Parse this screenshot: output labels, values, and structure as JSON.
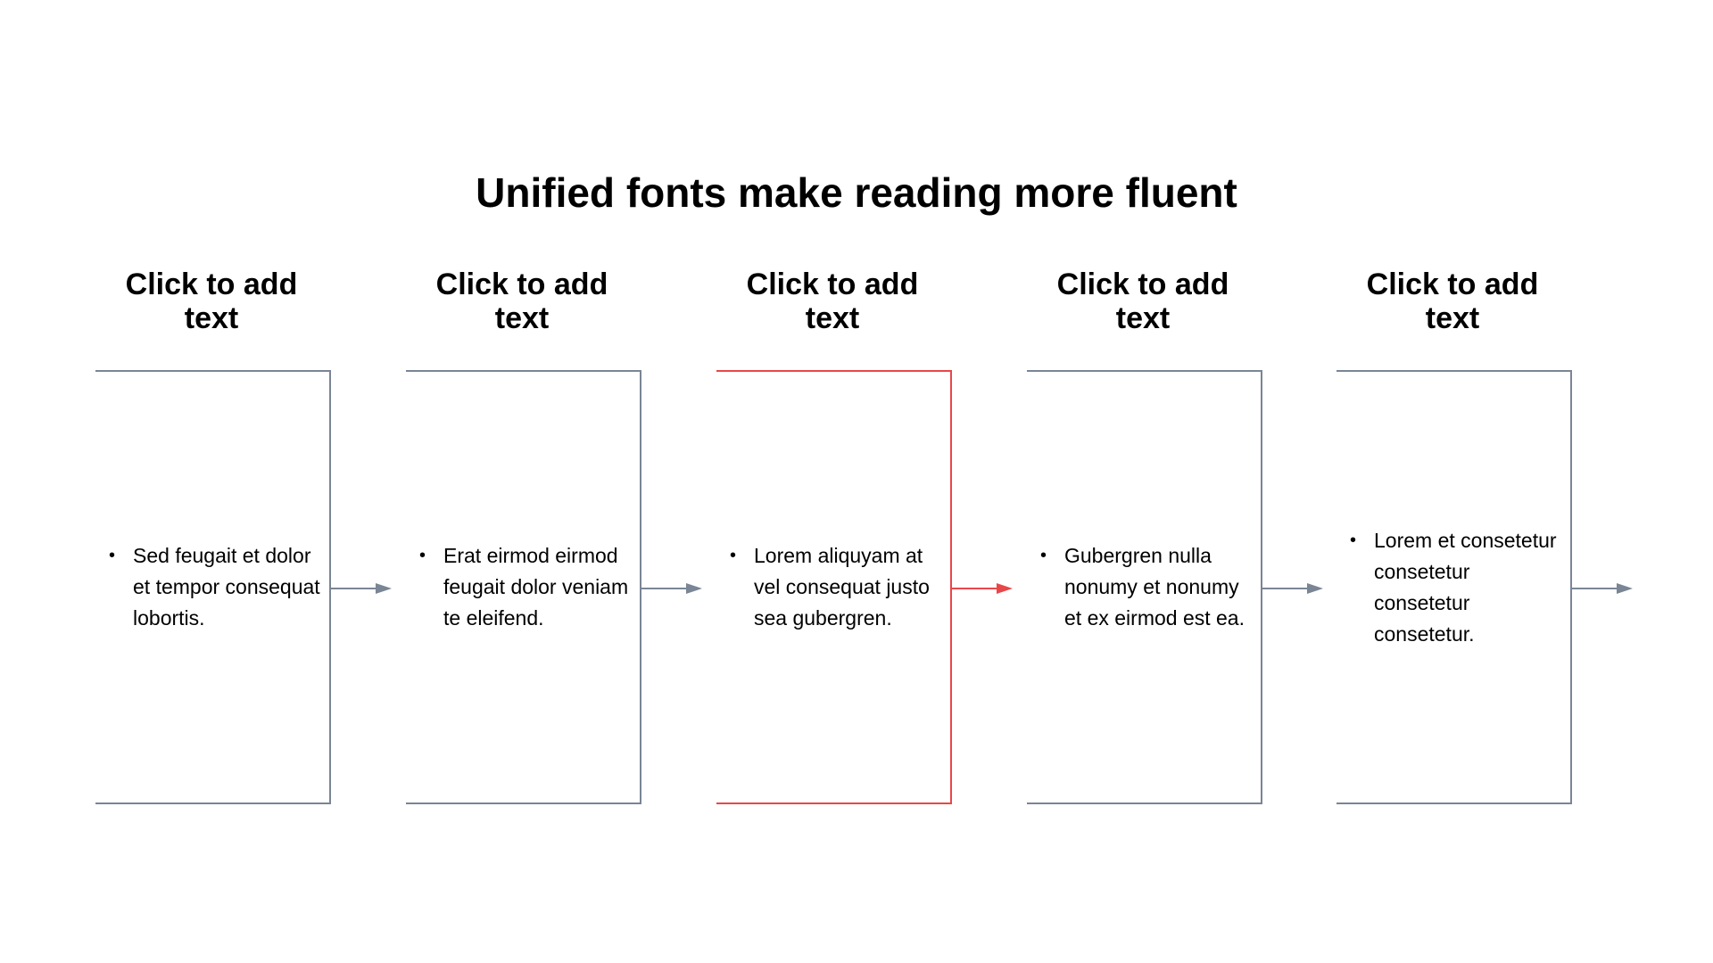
{
  "title": "Unified fonts make reading more fluent",
  "steps": [
    {
      "heading_line1": "Click to add",
      "heading_line2": "text",
      "bullet": "Sed feugait et dolor et tempor consequat lobortis.",
      "highlighted": false
    },
    {
      "heading_line1": "Click to add",
      "heading_line2": "text",
      "bullet": "Erat eirmod eirmod feugait dolor veniam te eleifend.",
      "highlighted": false
    },
    {
      "heading_line1": "Click to add",
      "heading_line2": "text",
      "bullet": "Lorem aliquyam at vel consequat justo sea gubergren.",
      "highlighted": true
    },
    {
      "heading_line1": "Click to add",
      "heading_line2": "text",
      "bullet": "Gubergren nulla nonumy et nonumy et ex eirmod est ea.",
      "highlighted": false
    },
    {
      "heading_line1": "Click to add",
      "heading_line2": "text",
      "bullet": "Lorem et consetetur consetetur consetetur consetetur.",
      "highlighted": false
    }
  ],
  "colors": {
    "line": "#7a8595",
    "highlight": "#e8474a",
    "text": "#000000",
    "background": "#ffffff"
  }
}
